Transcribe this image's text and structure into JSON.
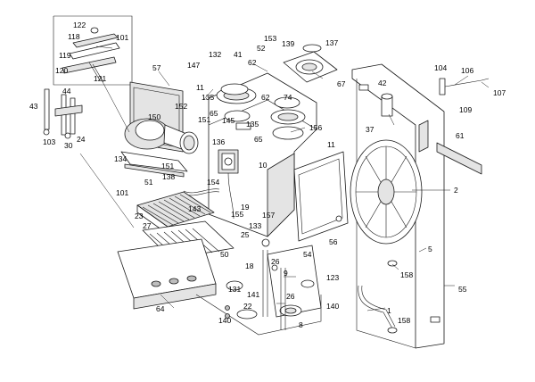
{
  "callouts": [
    {
      "id": "c122",
      "text": "122"
    },
    {
      "id": "c118",
      "text": "118"
    },
    {
      "id": "c101a",
      "text": "101"
    },
    {
      "id": "c119",
      "text": "119"
    },
    {
      "id": "c120",
      "text": "120"
    },
    {
      "id": "c121",
      "text": "121"
    },
    {
      "id": "c57",
      "text": "57"
    },
    {
      "id": "c147",
      "text": "147"
    },
    {
      "id": "c132",
      "text": "132"
    },
    {
      "id": "c41",
      "text": "41"
    },
    {
      "id": "c153",
      "text": "153"
    },
    {
      "id": "c52",
      "text": "52"
    },
    {
      "id": "c139",
      "text": "139"
    },
    {
      "id": "c137",
      "text": "137"
    },
    {
      "id": "c104",
      "text": "104"
    },
    {
      "id": "c106",
      "text": "106"
    },
    {
      "id": "c107",
      "text": "107"
    },
    {
      "id": "c109",
      "text": "109"
    },
    {
      "id": "c62a",
      "text": "62"
    },
    {
      "id": "c62b",
      "text": "62"
    },
    {
      "id": "c74",
      "text": "74"
    },
    {
      "id": "c67",
      "text": "67"
    },
    {
      "id": "c42",
      "text": "42"
    },
    {
      "id": "c43",
      "text": "43"
    },
    {
      "id": "c44",
      "text": "44"
    },
    {
      "id": "c103",
      "text": "103"
    },
    {
      "id": "c30",
      "text": "30"
    },
    {
      "id": "c24",
      "text": "24"
    },
    {
      "id": "c11a",
      "text": "11"
    },
    {
      "id": "c135a",
      "text": "135"
    },
    {
      "id": "c152",
      "text": "152"
    },
    {
      "id": "c65a",
      "text": "65"
    },
    {
      "id": "c151a",
      "text": "151"
    },
    {
      "id": "c145",
      "text": "145"
    },
    {
      "id": "c135b",
      "text": "135"
    },
    {
      "id": "c150",
      "text": "150"
    },
    {
      "id": "c65b",
      "text": "65"
    },
    {
      "id": "c156",
      "text": "156"
    },
    {
      "id": "c37",
      "text": "37"
    },
    {
      "id": "c61",
      "text": "61"
    },
    {
      "id": "c136",
      "text": "136"
    },
    {
      "id": "c11b",
      "text": "11"
    },
    {
      "id": "c134",
      "text": "134"
    },
    {
      "id": "c151b",
      "text": "151"
    },
    {
      "id": "c10",
      "text": "10"
    },
    {
      "id": "c51",
      "text": "51"
    },
    {
      "id": "c138",
      "text": "138"
    },
    {
      "id": "c154",
      "text": "154"
    },
    {
      "id": "c2",
      "text": "2"
    },
    {
      "id": "c101b",
      "text": "101"
    },
    {
      "id": "c143",
      "text": "143"
    },
    {
      "id": "c19",
      "text": "19"
    },
    {
      "id": "c23",
      "text": "23"
    },
    {
      "id": "c155",
      "text": "155"
    },
    {
      "id": "c157",
      "text": "157"
    },
    {
      "id": "c27",
      "text": "27"
    },
    {
      "id": "c133",
      "text": "133"
    },
    {
      "id": "c25",
      "text": "25"
    },
    {
      "id": "c56",
      "text": "56"
    },
    {
      "id": "c5",
      "text": "5"
    },
    {
      "id": "c54",
      "text": "54"
    },
    {
      "id": "c50",
      "text": "50"
    },
    {
      "id": "c26a",
      "text": "26"
    },
    {
      "id": "c18",
      "text": "18"
    },
    {
      "id": "c9",
      "text": "9"
    },
    {
      "id": "c158a",
      "text": "158"
    },
    {
      "id": "c123",
      "text": "123"
    },
    {
      "id": "c55",
      "text": "55"
    },
    {
      "id": "c131",
      "text": "131"
    },
    {
      "id": "c141",
      "text": "141"
    },
    {
      "id": "c26b",
      "text": "26"
    },
    {
      "id": "c64",
      "text": "64"
    },
    {
      "id": "c22",
      "text": "22"
    },
    {
      "id": "c140a",
      "text": "140"
    },
    {
      "id": "c1",
      "text": "1"
    },
    {
      "id": "c140b",
      "text": "140"
    },
    {
      "id": "c8",
      "text": "8"
    },
    {
      "id": "c158b",
      "text": "158"
    }
  ],
  "colors": {
    "line": "#1a1a1a",
    "fill_light": "#ffffff",
    "fill_grey": "#e4e4e4",
    "fill_dark": "#bdbdbd"
  }
}
